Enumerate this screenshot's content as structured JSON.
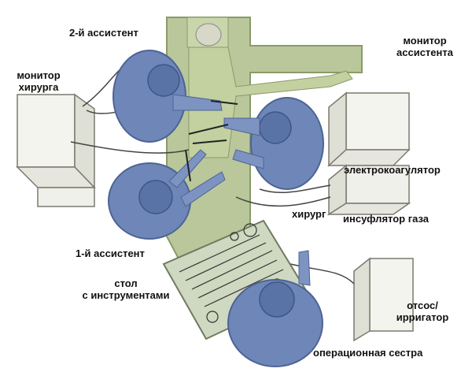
{
  "labels": {
    "assistant2": "2-й ассистент",
    "monitor_surgeon": [
      "монитор",
      "хирурга"
    ],
    "monitor_assistant": [
      "монитор",
      "ассистента"
    ],
    "electrocoagulator": "электрокоагулятор",
    "surgeon": "хирург",
    "gas_insufflator": "инсуфлятор газа",
    "assistant1": "1-й ассистент",
    "instrument_table": [
      "стол",
      "с инструментами"
    ],
    "suction_irrigator": [
      "отсос/",
      "ирригатор"
    ],
    "scrub_nurse": "операционная сестра"
  },
  "colors": {
    "table": "#b9c79a",
    "table_edge": "#8a9a6a",
    "gown": "#6f87b8",
    "gown_dark": "#4d6494",
    "cabinet": "#f0f0ea",
    "cabinet_edge": "#7a7a70",
    "instrument_tray": "#cfd8c0"
  }
}
